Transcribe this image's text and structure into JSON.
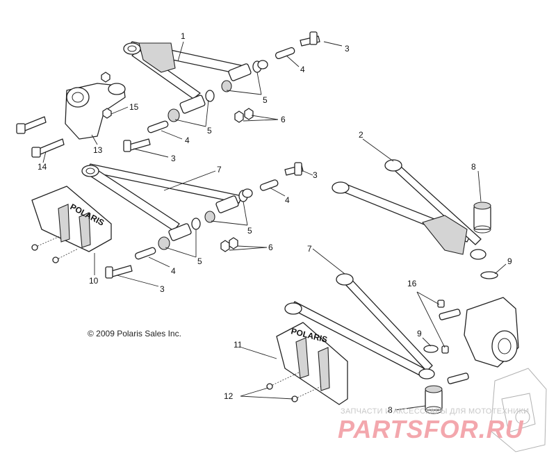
{
  "copyright": "© 2009 Polaris Sales Inc.",
  "callouts": {
    "c1": "1",
    "c2": "2",
    "c3a": "3",
    "c3b": "3",
    "c3c": "3",
    "c3d": "3",
    "c4a": "4",
    "c4b": "4",
    "c4c": "4",
    "c4d": "4",
    "c5a": "5",
    "c5b": "5",
    "c5c": "5",
    "c5d": "5",
    "c6a": "6",
    "c6b": "6",
    "c7a": "7",
    "c7b": "7",
    "c8a": "8",
    "c8b": "8",
    "c9a": "9",
    "c9b": "9",
    "c10": "10",
    "c11": "11",
    "c12": "12",
    "c13": "13",
    "c14": "14",
    "c15": "15",
    "c16": "16"
  },
  "guard_branding": "POLARIS",
  "watermark": {
    "tagline": "ЗАПЧАСТИ И АКСЕССУАРЫ ДЛЯ МОТОТЕХНИКИ",
    "logo": "PARTSFOR.RU"
  }
}
